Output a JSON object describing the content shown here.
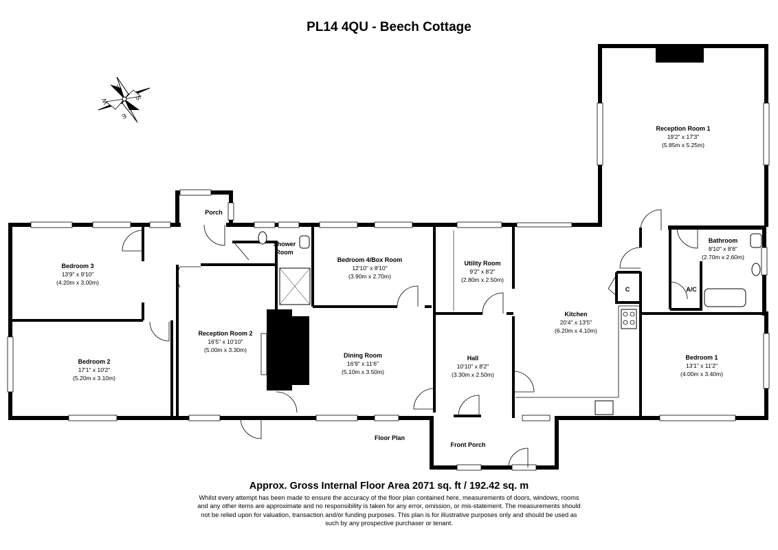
{
  "title": "PL14 4QU - Beech Cottage",
  "compass": {
    "letters": [
      "N",
      "S",
      "E",
      "W"
    ]
  },
  "plan_label": "Floor  Plan",
  "rooms": [
    {
      "id": "reception1",
      "name": "Reception Room 1",
      "imperial": "19'2\" x 17'3\"",
      "metric": "(5.85m x 5.25m)"
    },
    {
      "id": "bathroom",
      "name": "Bathroom",
      "imperial": "8'10\" x 8'6\"",
      "metric": "(2.70m x 2.60m)"
    },
    {
      "id": "porch",
      "name": "Porch"
    },
    {
      "id": "shower",
      "name": "Shower\nRoom"
    },
    {
      "id": "bedroom3",
      "name": "Bedroom 3",
      "imperial": "13'9\" x 9'10\"",
      "metric": "(4.20m x 3.00m)"
    },
    {
      "id": "bedroom4",
      "name": "Bedroom 4/Box Room",
      "imperial": "12'10\" x 8'10\"",
      "metric": "(3.90m x 2.70m)"
    },
    {
      "id": "utility",
      "name": "Utility Room",
      "imperial": "9'2\" x 8'2\"",
      "metric": "(2.80m x 2.50m)"
    },
    {
      "id": "kitchen",
      "name": "Kitchen",
      "imperial": "20'4\" x 13'5\"",
      "metric": "(6.20m x 4.10m)"
    },
    {
      "id": "bedroom2",
      "name": "Bedroom 2",
      "imperial": "17'1\" x 10'2\"",
      "metric": "(5.20m x 3.10m)"
    },
    {
      "id": "reception2",
      "name": "Reception Room 2",
      "imperial": "16'5\" x 10'10\"",
      "metric": "(5.00m x 3.30m)"
    },
    {
      "id": "dining",
      "name": "Dining Room",
      "imperial": "16'9\" x 11'6\"",
      "metric": "(5.10m x 3.50m)"
    },
    {
      "id": "hall",
      "name": "Hall",
      "imperial": "10'10\" x 8'2\"",
      "metric": "(3.30m x 2.50m)"
    },
    {
      "id": "bedroom1",
      "name": "Bedroom 1",
      "imperial": "13'1\" x 11'2\"",
      "metric": "(4.00m x 3.40m)"
    },
    {
      "id": "frontporch",
      "name": "Front Porch"
    }
  ],
  "cupboards": {
    "c": "C",
    "ac": "A/C"
  },
  "area": "Approx. Gross Internal Floor Area 2071 sq. ft / 192.42 sq. m",
  "disclaimer": "Whilst every attempt has been made to ensure the accuracy of the floor plan contained here, measurements of doors, windows, rooms and any other items are approximate and no responsibility is taken for any error, omission, or mis-statement. The measurements should not be relied upon for valuation, transaction and/or funding purposes. This plan is for illustrative purposes only and should be used as such by any prospective purchaser or tenant."
}
